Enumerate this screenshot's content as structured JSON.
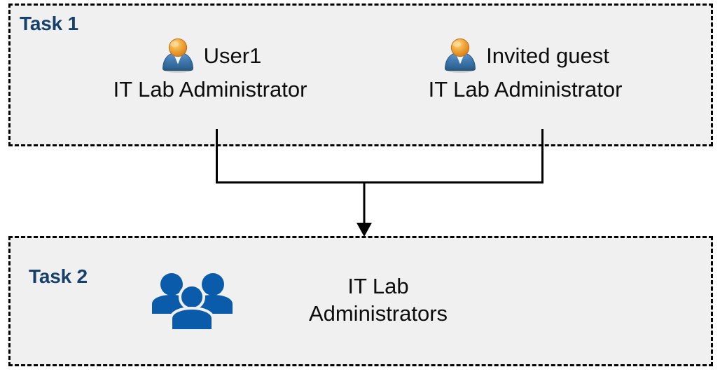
{
  "diagram": {
    "title": "Task 1 / Task 2 role assignment flow",
    "background_color": "#FFFFFF",
    "panel_fill_color": "#F0F0F0",
    "panel_border_color": "#000000",
    "accent_color": "#17406B",
    "group_icon_color": "#0A5CAB"
  },
  "task1": {
    "label": "Task 1",
    "people": [
      {
        "icon": "single-user-icon",
        "name": "User1",
        "role": "IT Lab Administrator"
      },
      {
        "icon": "single-user-icon",
        "name": "Invited guest",
        "role": "IT Lab Administrator"
      }
    ]
  },
  "task2": {
    "label": "Task 2",
    "group": {
      "icon": "user-group-icon",
      "name_line1": "IT Lab",
      "name_line2": "Administrators"
    }
  },
  "connector": {
    "type": "merge-arrow",
    "description": "Two vertical lines from the Task 1 members join a horizontal bar and a single downward arrow points into Task 2",
    "color": "#000000"
  }
}
